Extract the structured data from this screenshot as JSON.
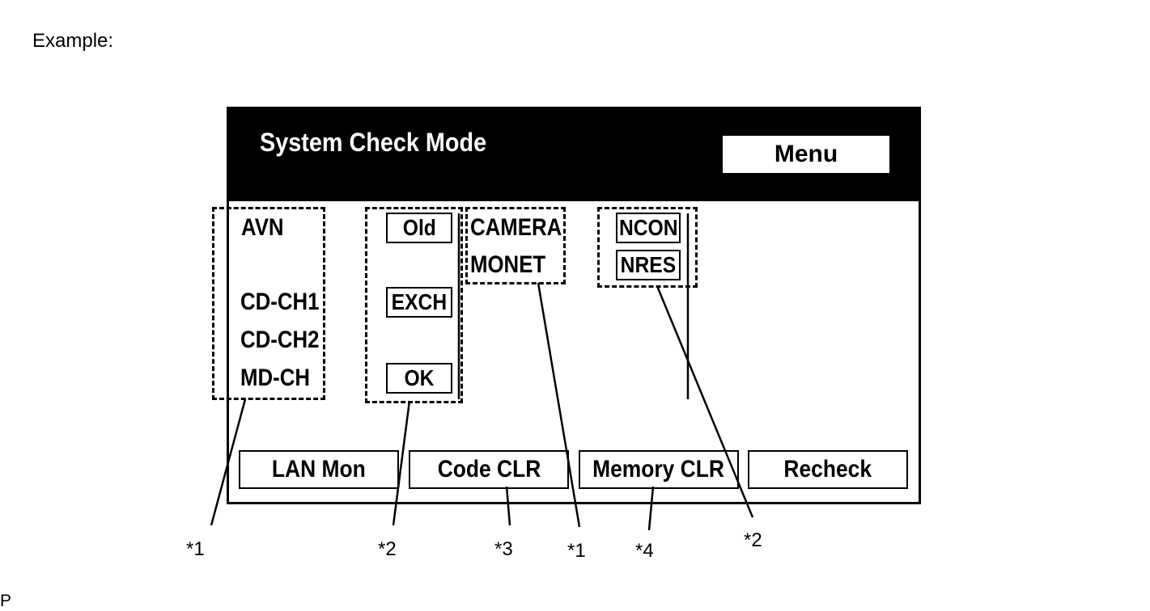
{
  "example_label": "Example:",
  "corner_label": "P",
  "screen": {
    "title": "System Check Mode",
    "menu_label": "Menu",
    "col1": [
      "AVN",
      "CD-CH1",
      "CD-CH2",
      "MD-CH"
    ],
    "col2": [
      "Old",
      "EXCH",
      "OK"
    ],
    "col3": [
      "CAMERA",
      "MONET"
    ],
    "col4": [
      "NCON",
      "NRES"
    ],
    "buttons": {
      "lan_mon": "LAN Mon",
      "code_clr": "Code CLR",
      "memory_clr": "Memory CLR",
      "recheck": "Recheck"
    }
  },
  "callouts": {
    "c1_left": "*1",
    "c2_left": "*2",
    "c3": "*3",
    "c1_right": "*1",
    "c4": "*4",
    "c2_right": "*2"
  }
}
